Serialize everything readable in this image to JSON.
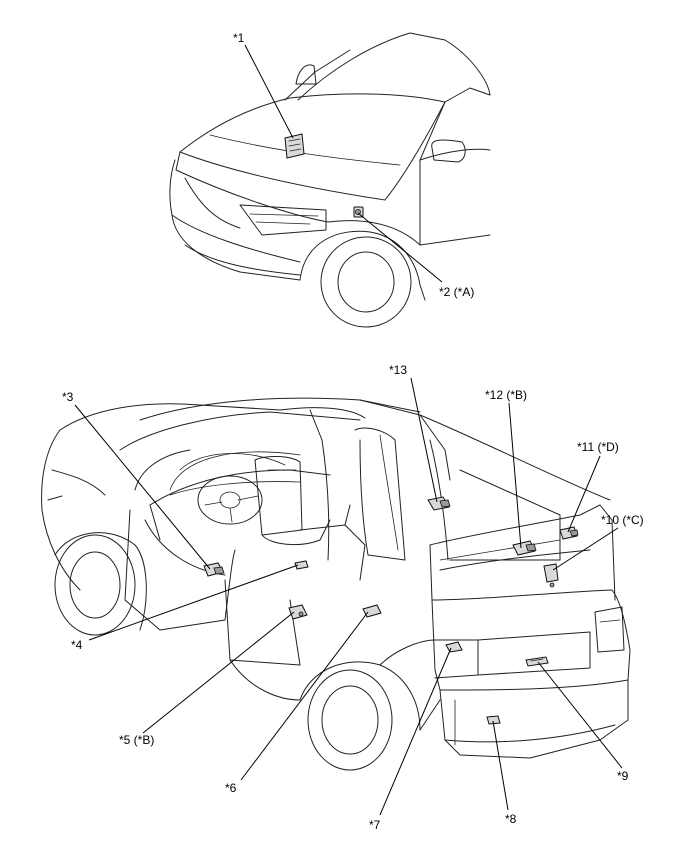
{
  "callouts": [
    {
      "id": "c1",
      "text": "*1"
    },
    {
      "id": "c2",
      "text": "*2 (*A)"
    },
    {
      "id": "c3",
      "text": "*3"
    },
    {
      "id": "c4",
      "text": "*4"
    },
    {
      "id": "c5",
      "text": "*5 (*B)"
    },
    {
      "id": "c6",
      "text": "*6"
    },
    {
      "id": "c7",
      "text": "*7"
    },
    {
      "id": "c8",
      "text": "*8"
    },
    {
      "id": "c9",
      "text": "*9"
    },
    {
      "id": "c10",
      "text": "*10 (*C)"
    },
    {
      "id": "c11",
      "text": "*11 (*D)"
    },
    {
      "id": "c12",
      "text": "*12 (*B)"
    },
    {
      "id": "c13",
      "text": "*13"
    }
  ]
}
